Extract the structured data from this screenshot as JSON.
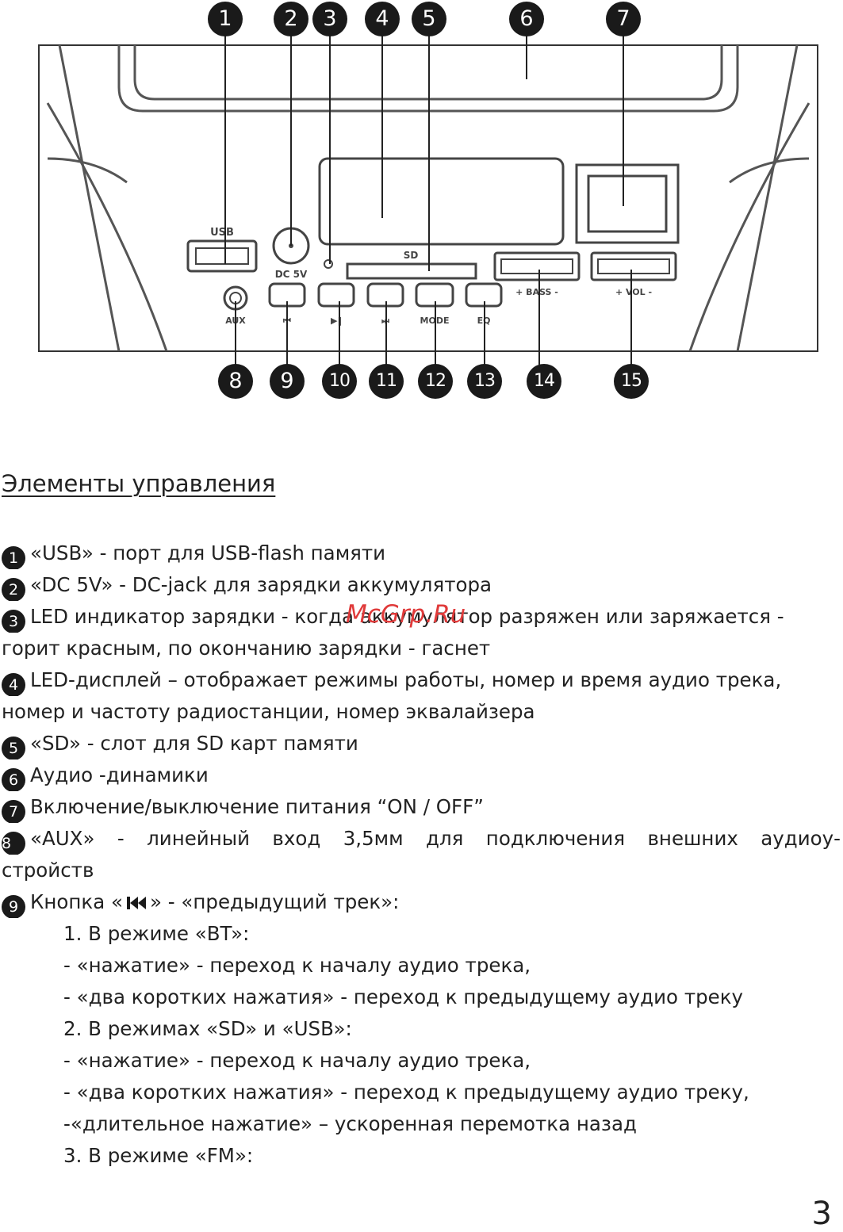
{
  "diagram": {
    "labels": {
      "usb": "USB",
      "dc": "DC 5V",
      "sd": "SD",
      "aux": "AUX",
      "mode": "MODE",
      "eq": "EQ",
      "bass": "+ BASS -",
      "vol": "+ VOL -"
    },
    "top_numbers": [
      "1",
      "2",
      "3",
      "4",
      "5",
      "6",
      "7"
    ],
    "bottom_numbers": [
      "8",
      "9",
      "10",
      "11",
      "12",
      "13",
      "14",
      "15"
    ]
  },
  "heading": "Элементы управления",
  "items": {
    "i1": {
      "num": "1",
      "text": "«USB» - порт для USB-flash памяти"
    },
    "i2": {
      "num": "2",
      "text": "«DC 5V» - DC-jack для зарядки аккумулятора"
    },
    "i3": {
      "num": "3",
      "text": "LED индикатор зарядки - когда аккумулятор разряжен или заряжается -",
      "cont": "горит красным, по окончанию зарядки - гаснет"
    },
    "i4": {
      "num": "4",
      "text": "LED-дисплей – отображает режимы работы, номер и время аудио трека,",
      "cont": "номер и частоту радиостанции, номер эквалайзера"
    },
    "i5": {
      "num": "5",
      "text": "«SD» -  слот для SD карт памяти"
    },
    "i6": {
      "num": "6",
      "text": "Аудио -динамики"
    },
    "i7": {
      "num": "7",
      "text": "Включение/выключение питания “ON / OFF”"
    },
    "i8": {
      "num": "8",
      "text": "«AUX» - линейный вход  3,5мм для подключения внешних аудиоу-",
      "cont": "стройств"
    },
    "i9": {
      "num": "9",
      "pre": "Кнопка «",
      "post": "» - «предыдущий трек»:",
      "sub": [
        "1. В режиме «BT»:",
        "- «нажатие» - переход к началу аудио трека,",
        "- «два коротких нажатия» - переход к предыдущему аудио треку",
        "2. В режимах «SD» и «USB»:",
        "- «нажатие» - переход к началу аудио трека,",
        "- «два коротких нажатия» - переход к предыдущему аудио треку,",
        "-«длительное нажатие» – ускоренная перемотка назад",
        "3. В режиме «FM»:"
      ]
    }
  },
  "watermark": "McGrp.Ru",
  "page_number": "3"
}
